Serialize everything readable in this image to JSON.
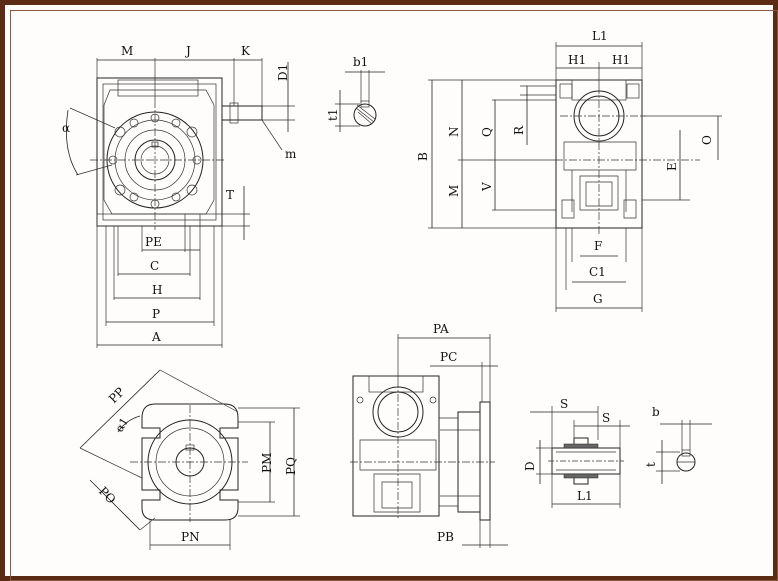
{
  "labels": {
    "M": "M",
    "J": "J",
    "K": "K",
    "D1": "D1",
    "alpha": "α",
    "m": "m",
    "T": "T",
    "PE": "PE",
    "C": "C",
    "H": "H",
    "P": "P",
    "A": "A",
    "b1": "b1",
    "t1": "t1",
    "L1": "L1",
    "H1a": "H1",
    "H1b": "H1",
    "B": "B",
    "N": "N",
    "Q": "Q",
    "R": "R",
    "M2": "M",
    "V": "V",
    "E": "E",
    "O": "O",
    "F": "F",
    "C1": "C1",
    "G": "G",
    "PP": "PP",
    "alpha1": "α1",
    "PM": "PM",
    "PQ": "PQ",
    "PO": "PO",
    "PN": "PN",
    "PA": "PA",
    "PC": "PC",
    "PB": "PB",
    "S1": "S",
    "S2": "S",
    "D": "D",
    "L1b": "L1",
    "b": "b",
    "t": "t"
  },
  "colors": {
    "frame": "#5b2b13",
    "line": "#222222",
    "background": "#fffdfb"
  }
}
